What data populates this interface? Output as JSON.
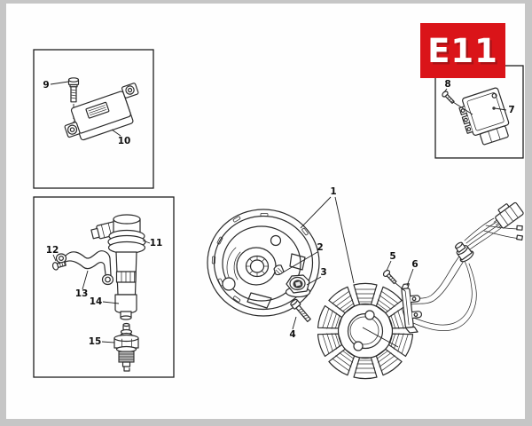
{
  "page": {
    "code_label": "E11"
  },
  "colors": {
    "badge_bg": "#da1419",
    "badge_fg": "#ffffff",
    "line": "#2b2b2b",
    "paper": "#fefefe",
    "margin": "#c6c6c6"
  },
  "part_labels": {
    "p1": "1",
    "p2": "2",
    "p3": "3",
    "p4": "4",
    "p5": "5",
    "p6": "6",
    "p7": "7",
    "p8": "8",
    "p9": "9",
    "p10": "10",
    "p11": "11",
    "p12": "12",
    "p13": "13",
    "p14": "14",
    "p15": "15"
  }
}
